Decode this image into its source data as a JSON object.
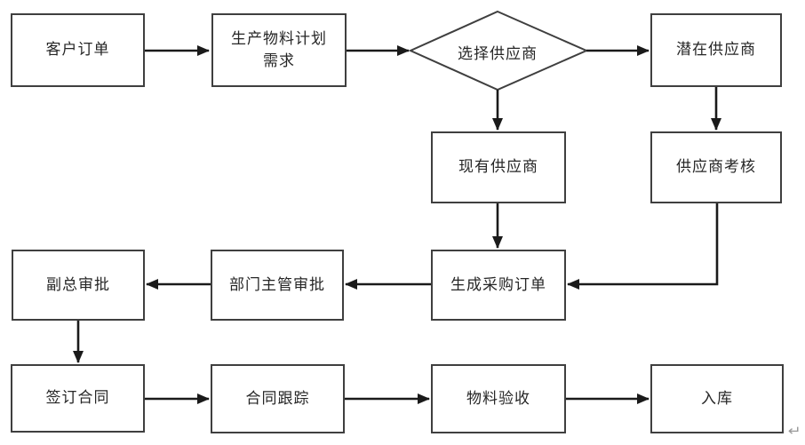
{
  "colors": {
    "background": "#ffffff",
    "box_border": "#3f3f3f",
    "arrow": "#1a1a1a",
    "text": "#262626",
    "return_mark": "#9a9a9a"
  },
  "nodes": {
    "customer_order": "客户订单",
    "production_material_requirement": "生产物料计划\n需求",
    "select_supplier": "选择供应商",
    "potential_supplier": "潜在供应商",
    "existing_supplier": "现有供应商",
    "supplier_assessment": "供应商考核",
    "generate_purchase_order": "生成采购订单",
    "dept_manager_approval": "部门主管审批",
    "vp_approval": "副总审批",
    "sign_contract": "签订合同",
    "contract_tracking": "合同跟踪",
    "material_acceptance": "物料验收",
    "warehousing": "入库"
  },
  "edges": [
    {
      "from": "customer_order",
      "to": "production_material_requirement"
    },
    {
      "from": "production_material_requirement",
      "to": "select_supplier"
    },
    {
      "from": "select_supplier",
      "to": "potential_supplier"
    },
    {
      "from": "select_supplier",
      "to": "existing_supplier"
    },
    {
      "from": "potential_supplier",
      "to": "supplier_assessment"
    },
    {
      "from": "existing_supplier",
      "to": "generate_purchase_order"
    },
    {
      "from": "supplier_assessment",
      "to": "generate_purchase_order"
    },
    {
      "from": "generate_purchase_order",
      "to": "dept_manager_approval"
    },
    {
      "from": "dept_manager_approval",
      "to": "vp_approval"
    },
    {
      "from": "vp_approval",
      "to": "sign_contract"
    },
    {
      "from": "sign_contract",
      "to": "contract_tracking"
    },
    {
      "from": "contract_tracking",
      "to": "material_acceptance"
    },
    {
      "from": "material_acceptance",
      "to": "warehousing"
    }
  ],
  "footer": {
    "return_mark": "↵"
  }
}
